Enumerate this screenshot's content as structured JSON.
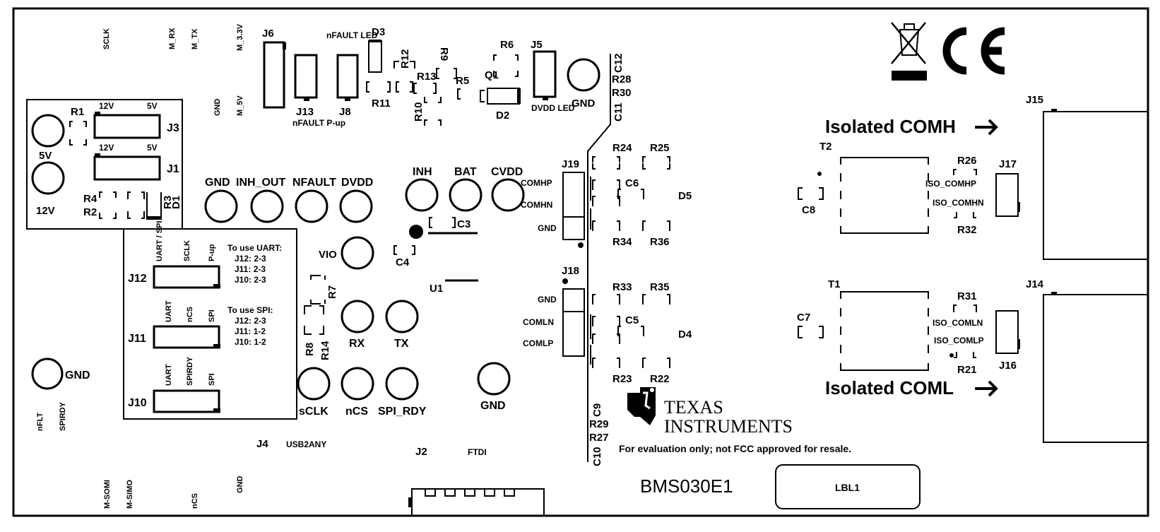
{
  "board": {
    "name": "BMS030E1",
    "label_box": "LBL1",
    "disclaimer": "For evaluation only; not FCC approved for resale.",
    "brand": {
      "line1": "TEXAS",
      "line2": "INSTRUMENTS"
    }
  },
  "headings": {
    "isolated_comh": "Isolated COMH",
    "isolated_coml": "Isolated COML"
  },
  "top_edge_labels": {
    "sclk": "SCLK",
    "m_rx": "M_RX",
    "m_tx": "M_TX",
    "m_33v": "M_3.3V",
    "gnd": "GND",
    "m_5v": "M_5V"
  },
  "bottom_edge_labels": {
    "m_somi": "M-SOMI",
    "m_simo": "M-SIMO",
    "ncs": "nCS",
    "gnd": "GND",
    "j4": "J4",
    "usb2any": "USB2ANY",
    "j2": "J2",
    "ftdi": "FTDI"
  },
  "left_labels": {
    "nflt": "nFLT",
    "spirdy": "SPIRDY",
    "gnd": "GND"
  },
  "power_block": {
    "r1": "R1",
    "r2": "R2",
    "r3": "R3",
    "r4": "R4",
    "d1": "D1",
    "v5": "5V",
    "v12": "12V",
    "j3": {
      "name": "J3",
      "left": "12V",
      "right": "5V"
    },
    "j1": {
      "name": "J1",
      "left": "12V",
      "right": "5V"
    }
  },
  "top_components": {
    "j6": "J6",
    "j13": "J13",
    "j13_sub": "nFAULT P-up",
    "j8": "J8",
    "nfault_led": "nFAULT LED",
    "d3": "D3",
    "r12": "R12",
    "r11": "R11",
    "r13": "R13",
    "r9": "R9",
    "r10": "R10",
    "r5": "R5",
    "r6": "R6",
    "q1": "Q1",
    "j5": "J5",
    "d2": "D2",
    "dvdd_led": "DVDD LED",
    "gnd": "GND",
    "c12": "C12",
    "r28": "R28",
    "r30": "R30",
    "c11": "C11"
  },
  "test_points": {
    "gnd": "GND",
    "inh_out": "INH_OUT",
    "nfault": "NFAULT",
    "dvdd": "DVDD",
    "inh": "INH",
    "bat": "BAT",
    "cvdd": "CVDD",
    "vio": "VIO",
    "rx": "RX",
    "tx": "TX",
    "sclk": "sCLK",
    "ncs": "nCS",
    "spi_rdy": "SPI_RDY",
    "gnd2": "GND"
  },
  "mid_components": {
    "c3": "C3",
    "c4": "C4",
    "u1": "U1",
    "r7": "R7",
    "r8": "R8",
    "r14": "R14"
  },
  "jumper_block": {
    "uart_note": [
      "To use UART:",
      "J12: 2-3",
      "J11: 2-3",
      "J10: 2-3"
    ],
    "spi_note": [
      "To use SPI:",
      "J12: 2-3",
      "J11: 1-2",
      "J10: 1-2"
    ],
    "j12": {
      "name": "J12",
      "a": "UART / SPI",
      "b": "SCLK",
      "c": "P-up"
    },
    "j11": {
      "name": "J11",
      "a": "UART",
      "b": "nCS",
      "c": "SPI"
    },
    "j10": {
      "name": "J10",
      "a": "UART",
      "b": "SPIRDY",
      "c": "SPI"
    }
  },
  "comm_upper": {
    "j19": "J19",
    "comhp": "COMHP",
    "comhn": "COMHN",
    "gnd": "GND",
    "r24": "R24",
    "r25": "R25",
    "c6": "C6",
    "d5": "D5",
    "r34": "R34",
    "r36": "R36"
  },
  "comm_lower": {
    "j18": "J18",
    "gnd": "GND",
    "comln": "COMLN",
    "comlp": "COMLP",
    "r33": "R33",
    "r35": "R35",
    "c5": "C5",
    "d4": "D4",
    "r23": "R23",
    "r22": "R22",
    "c9": "C9",
    "r29": "R29",
    "r27": "R27",
    "c10": "C10"
  },
  "iso_upper": {
    "t2": "T2",
    "c8": "C8",
    "r26": "R26",
    "j17": "J17",
    "iso_comhp": "ISO_COMHP",
    "iso_comhn": "ISO_COMHN",
    "r32": "R32",
    "j15": "J15"
  },
  "iso_lower": {
    "t1": "T1",
    "c7": "C7",
    "r31": "R31",
    "j16": "J16",
    "iso_comln": "ISO_COMLN",
    "iso_comlp": "ISO_COMLP",
    "r21": "R21",
    "j14": "J14"
  },
  "icons": [
    "weee-bin-icon",
    "ce-mark-icon",
    "ti-logo-icon",
    "arrow-right-icon"
  ]
}
